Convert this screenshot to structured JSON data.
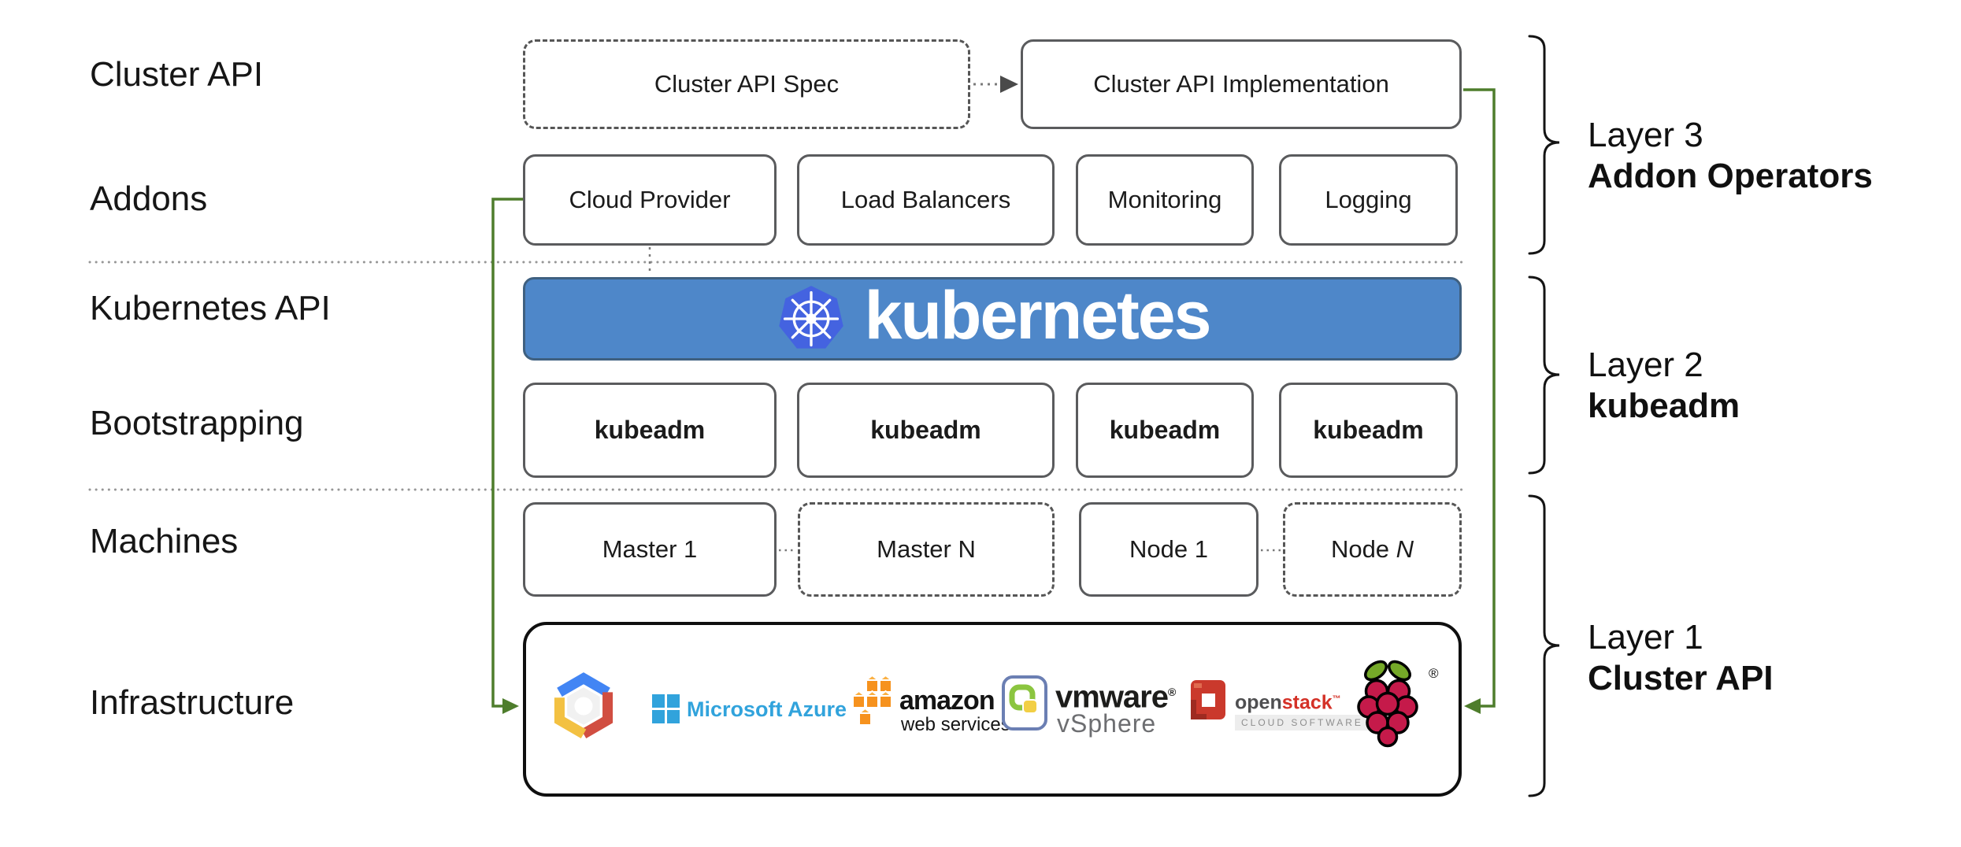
{
  "left_labels": [
    "Cluster API",
    "Addons",
    "Kubernetes API",
    "Bootstrapping",
    "Machines",
    "Infrastructure"
  ],
  "top_row": {
    "spec": "Cluster API Spec",
    "implementation": "Cluster API Implementation"
  },
  "addons": [
    "Cloud Provider",
    "Load Balancers",
    "Monitoring",
    "Logging"
  ],
  "kubernetes_banner": {
    "wordmark": "kubernetes"
  },
  "bootstrapping": [
    "kubeadm",
    "kubeadm",
    "kubeadm",
    "kubeadm"
  ],
  "machines": {
    "master1": "Master 1",
    "masterN": "Master N",
    "node1": "Node 1",
    "nodeN_text": "Node ",
    "nodeN_var": "N"
  },
  "layers": [
    {
      "line1": "Layer 3",
      "line2": "Addon Operators"
    },
    {
      "line1": "Layer 2",
      "line2": "kubeadm"
    },
    {
      "line1": "Layer 1",
      "line2": "Cluster API"
    }
  ],
  "infrastructure": {
    "azure_text": "Microsoft Azure",
    "amazon_text": "amazon",
    "amazon_sub": "web services",
    "vmware_text": "vmware",
    "vmware_reg": "®",
    "vmware_sub": "vSphere",
    "openstack_open": "open",
    "openstack_stack": "stack",
    "openstack_tm": "™",
    "openstack_sub": "CLOUD SOFTWARE",
    "raspberry_reg": "®"
  },
  "icons": {
    "kubernetes": "kubernetes-helm-wheel-icon",
    "google_cloud": "google-cloud-hexagon-icon",
    "azure": "microsoft-azure-window-icon",
    "aws": "aws-boxes-icon",
    "vmware": "vmware-vsphere-icon",
    "openstack": "openstack-ring-icon",
    "raspberry_pi": "raspberry-pi-icon"
  },
  "colors": {
    "banner_blue": "#4e87c9",
    "kubernetes_logo_blue": "#4463e0",
    "connector_green": "#4e7d2c",
    "box_border_gray": "#5a5b5d",
    "azure_blue": "#31a3dc",
    "aws_orange": "#f6921e",
    "gcp_blue": "#4285f4",
    "gcp_red": "#d14e41",
    "gcp_yellow": "#f3c142",
    "vmware_frame_blue": "#6b7fb3",
    "openstack_red": "#ca392c",
    "raspberry_red": "#c51a4a",
    "leaf_green": "#75a928"
  }
}
